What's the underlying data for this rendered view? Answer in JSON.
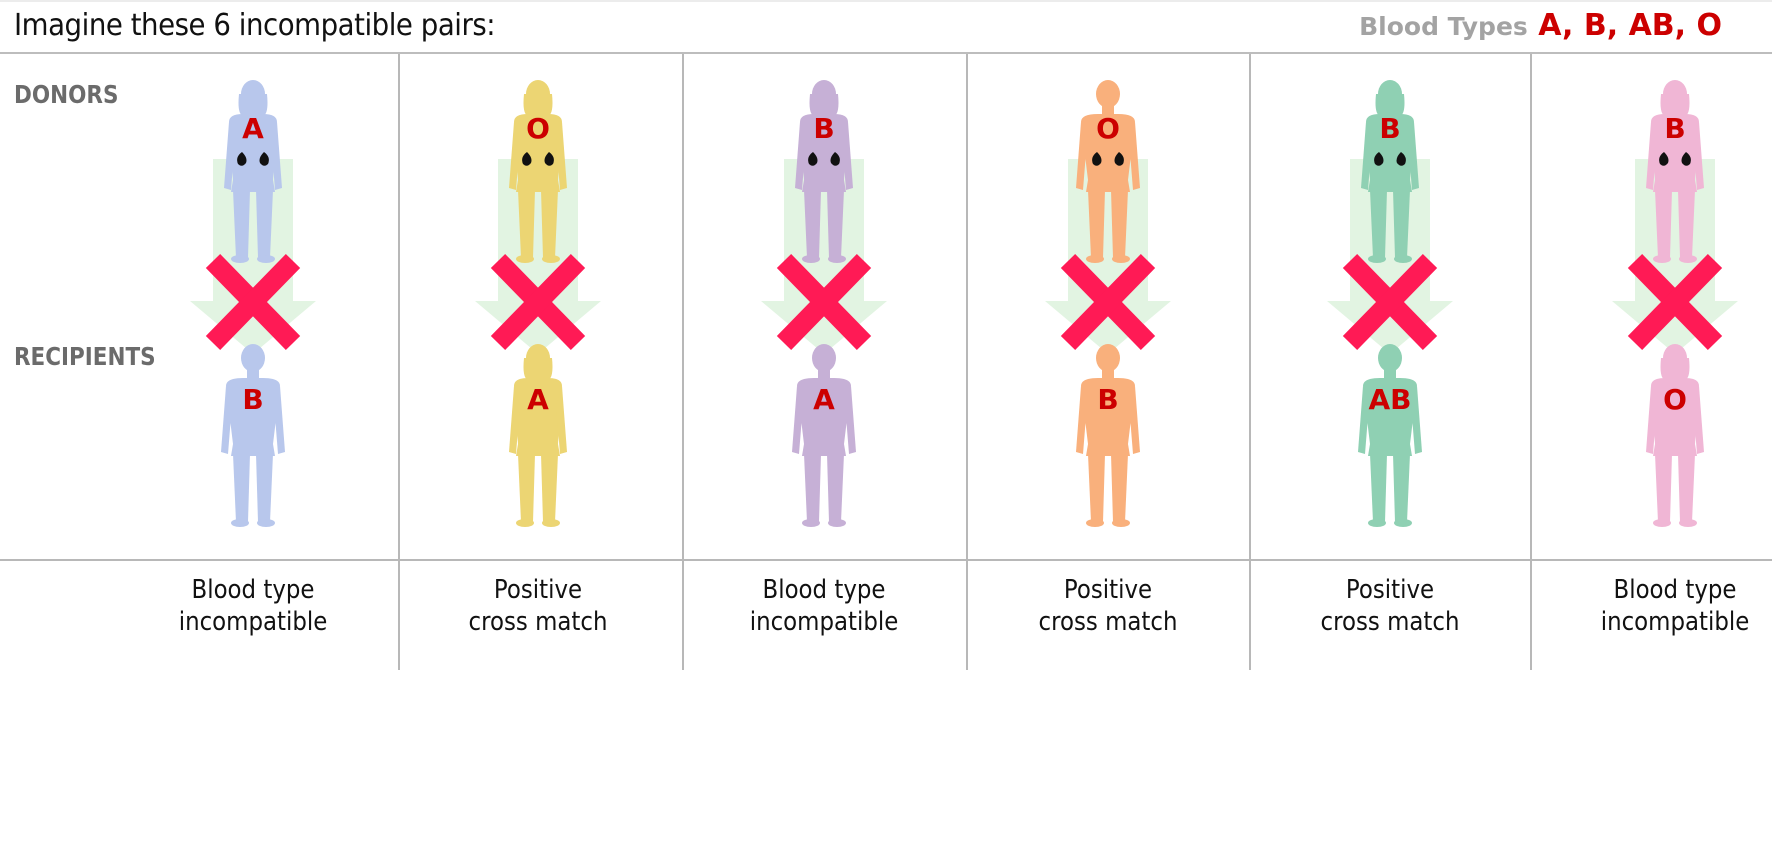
{
  "header": {
    "title": "Imagine these 6 incompatible pairs:",
    "legend_label": "Blood Types",
    "legend_values": "A, B, AB, O"
  },
  "row_labels": {
    "donors": "DONORS",
    "recipients": "RECIPIENTS"
  },
  "colors": {
    "blood_type_red": "#cc0000",
    "x_mark": "#ff1a55",
    "arrow": "#e2f4e2",
    "kidney": "#111111"
  },
  "pairs": [
    {
      "donor_type": "A",
      "recipient_type": "B",
      "caption_line1": "Blood type",
      "caption_line2": "incompatible",
      "donor_color": "#b8c7ec",
      "recipient_color": "#b8c7ec",
      "donor_gender": "female",
      "recipient_gender": "male"
    },
    {
      "donor_type": "O",
      "recipient_type": "A",
      "caption_line1": "Positive",
      "caption_line2": "cross match",
      "donor_color": "#ecd573",
      "recipient_color": "#ecd573",
      "donor_gender": "female",
      "recipient_gender": "female"
    },
    {
      "donor_type": "B",
      "recipient_type": "A",
      "caption_line1": "Blood type",
      "caption_line2": "incompatible",
      "donor_color": "#c6b0d6",
      "recipient_color": "#c6b0d6",
      "donor_gender": "female",
      "recipient_gender": "male"
    },
    {
      "donor_type": "O",
      "recipient_type": "B",
      "caption_line1": "Positive",
      "caption_line2": "cross match",
      "donor_color": "#f9b07c",
      "recipient_color": "#f9b07c",
      "donor_gender": "male",
      "recipient_gender": "male"
    },
    {
      "donor_type": "B",
      "recipient_type": "AB",
      "caption_line1": "Positive",
      "caption_line2": "cross match",
      "donor_color": "#8fd0b3",
      "recipient_color": "#8fd0b3",
      "donor_gender": "female",
      "recipient_gender": "male"
    },
    {
      "donor_type": "B",
      "recipient_type": "O",
      "caption_line1": "Blood type",
      "caption_line2": "incompatible",
      "donor_color": "#f0b6d5",
      "recipient_color": "#f0b6d5",
      "donor_gender": "female",
      "recipient_gender": "female"
    }
  ]
}
